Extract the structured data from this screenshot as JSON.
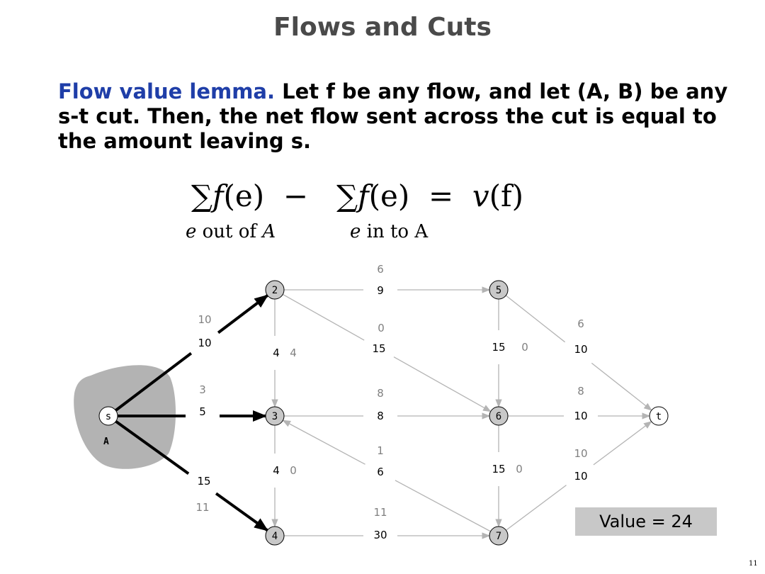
{
  "title": "Flows and Cuts",
  "lemma": {
    "heading": "Flow value lemma.",
    "text": " Let f be any flow, and let (A, B) be any s-t cut.  Then, the net flow sent across the cut is equal to the amount leaving s."
  },
  "formula": {
    "sum_symbol": "∑",
    "term": "f",
    "arg": "(e)",
    "minus": "−",
    "equals": "=",
    "result_v": "v",
    "result_f": "(f)",
    "sub_left_e": "e",
    "sub_left_text": " out of ",
    "sub_left_A": "A",
    "sub_right_e": "e",
    "sub_right_text": " in to A"
  },
  "colors": {
    "node_fill": "#c8c8c8",
    "cut_region": "#b3b3b3",
    "active_edge": "#000000",
    "inactive_edge": "#b4b4b4",
    "flow_label": "#808080",
    "capacity_label": "#000000"
  },
  "graph": {
    "cut_label": "A",
    "nodes": [
      {
        "id": "s",
        "label": "s"
      },
      {
        "id": "2",
        "label": "2"
      },
      {
        "id": "3",
        "label": "3"
      },
      {
        "id": "4",
        "label": "4"
      },
      {
        "id": "5",
        "label": "5"
      },
      {
        "id": "6",
        "label": "6"
      },
      {
        "id": "7",
        "label": "7"
      },
      {
        "id": "t",
        "label": "t"
      }
    ],
    "edges": [
      {
        "from": "s",
        "to": "2",
        "capacity": "10",
        "flow": "10",
        "crosses_cut": true
      },
      {
        "from": "s",
        "to": "3",
        "capacity": "5",
        "flow": "3",
        "crosses_cut": true
      },
      {
        "from": "s",
        "to": "4",
        "capacity": "15",
        "flow": "11",
        "crosses_cut": true
      },
      {
        "from": "2",
        "to": "5",
        "capacity": "9",
        "flow": "6",
        "crosses_cut": false
      },
      {
        "from": "2",
        "to": "6",
        "capacity": "15",
        "flow": "0",
        "crosses_cut": false
      },
      {
        "from": "2",
        "to": "3",
        "capacity": "4",
        "flow": "4",
        "crosses_cut": false
      },
      {
        "from": "3",
        "to": "6",
        "capacity": "8",
        "flow": "8",
        "crosses_cut": false
      },
      {
        "from": "3",
        "to": "4",
        "capacity": "4",
        "flow": "0",
        "crosses_cut": false
      },
      {
        "from": "4",
        "to": "7",
        "capacity": "30",
        "flow": "11",
        "crosses_cut": false
      },
      {
        "from": "5",
        "to": "6",
        "capacity": "15",
        "flow": "0",
        "crosses_cut": false
      },
      {
        "from": "5",
        "to": "t",
        "capacity": "10",
        "flow": "6",
        "crosses_cut": false
      },
      {
        "from": "6",
        "to": "t",
        "capacity": "10",
        "flow": "8",
        "crosses_cut": false
      },
      {
        "from": "6",
        "to": "7",
        "capacity": "15",
        "flow": "0",
        "crosses_cut": false
      },
      {
        "from": "7",
        "to": "3",
        "capacity": "6",
        "flow": "1",
        "crosses_cut": false
      },
      {
        "from": "7",
        "to": "t",
        "capacity": "10",
        "flow": "10",
        "crosses_cut": false
      }
    ]
  },
  "value_box": "Value = 24",
  "page_number": "11"
}
